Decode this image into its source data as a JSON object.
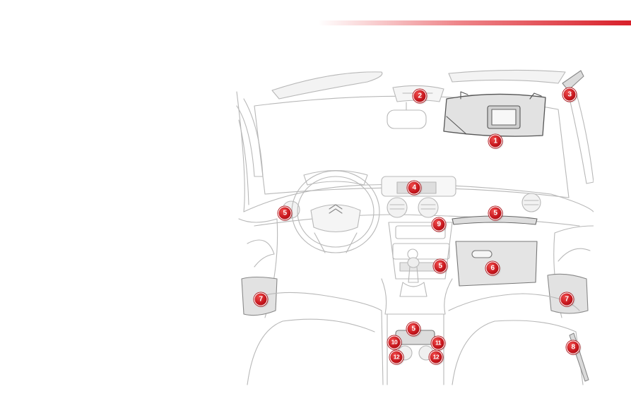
{
  "markers": [
    {
      "id": "1",
      "label": "1"
    },
    {
      "id": "2",
      "label": "2"
    },
    {
      "id": "3",
      "label": "3"
    },
    {
      "id": "4",
      "label": "4"
    },
    {
      "id": "5a",
      "label": "5"
    },
    {
      "id": "5b",
      "label": "5"
    },
    {
      "id": "5c",
      "label": "5"
    },
    {
      "id": "5d",
      "label": "5"
    },
    {
      "id": "6",
      "label": "6"
    },
    {
      "id": "7a",
      "label": "7"
    },
    {
      "id": "7b",
      "label": "7"
    },
    {
      "id": "8",
      "label": "8"
    },
    {
      "id": "9",
      "label": "9"
    },
    {
      "id": "10",
      "label": "10"
    },
    {
      "id": "11",
      "label": "11"
    },
    {
      "id": "12a",
      "label": "12"
    },
    {
      "id": "12b",
      "label": "12"
    }
  ],
  "colors": {
    "accent": "#d8202a",
    "line": "#b5b5b5",
    "fill": "#e3e3e3"
  }
}
